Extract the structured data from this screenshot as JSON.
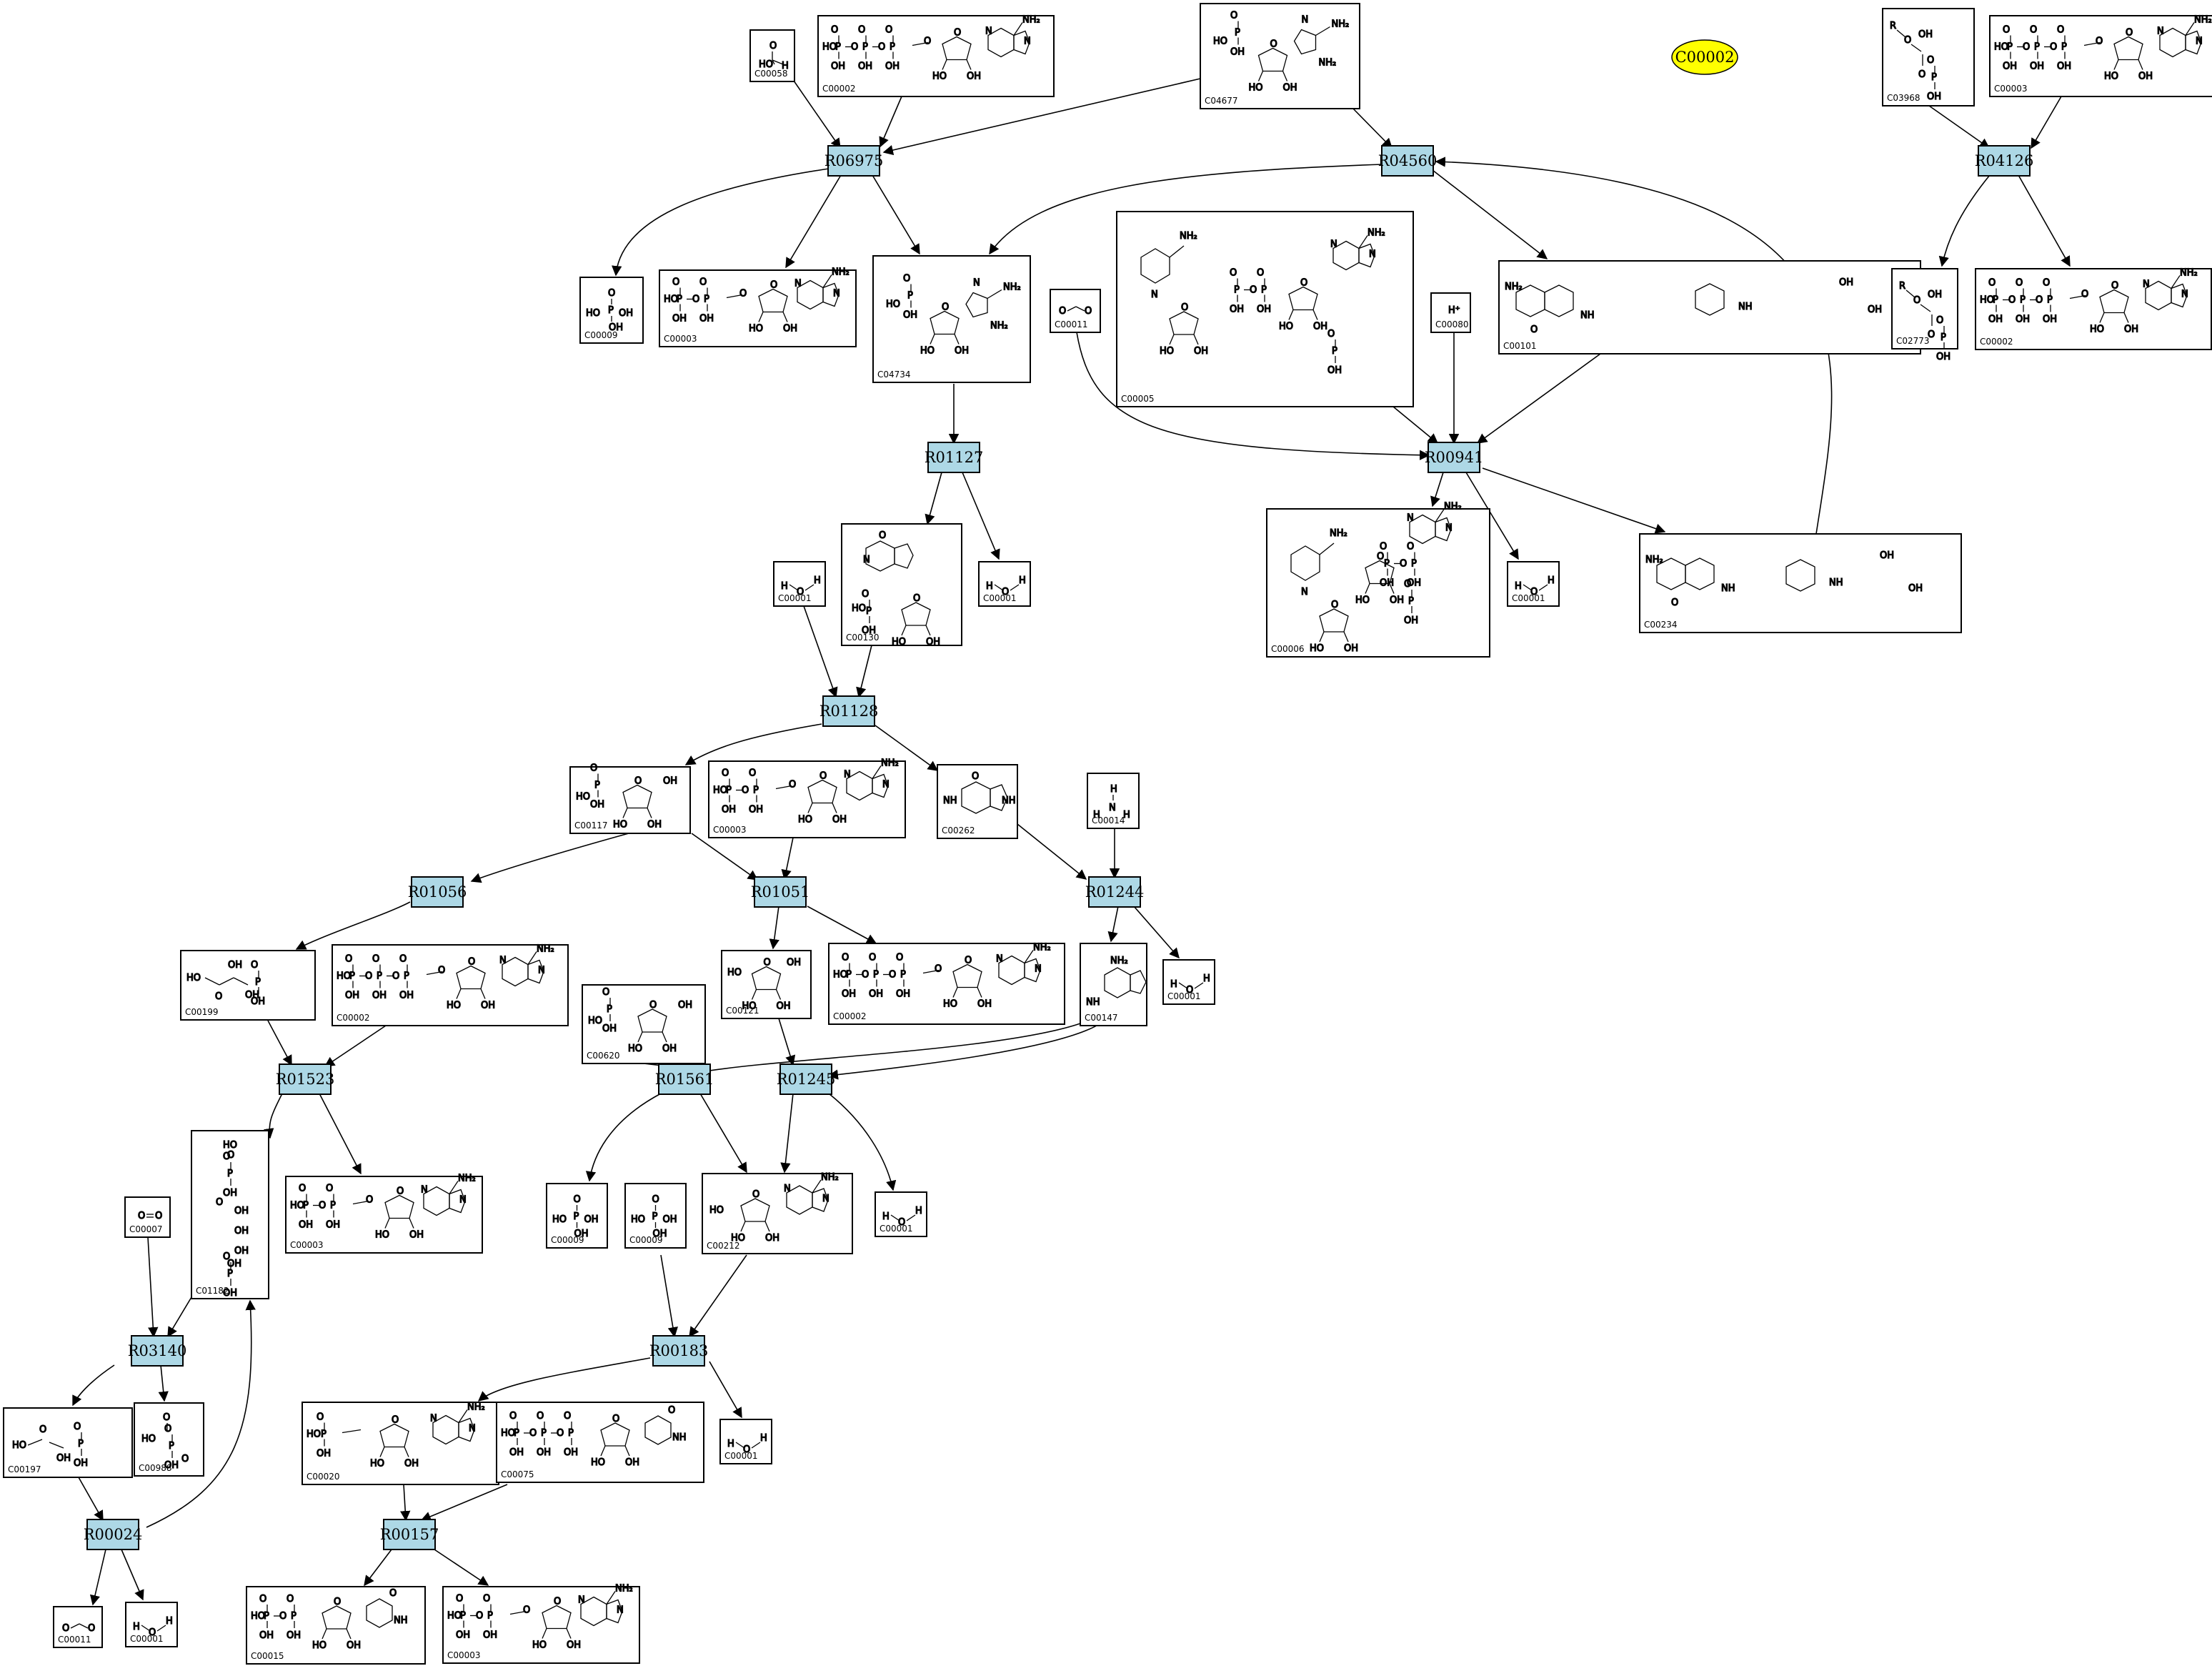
{
  "colors": {
    "reaction_fill": "#add8e6",
    "highlight_fill": "#ffff00",
    "edge": "#000000",
    "node_border": "#000000"
  },
  "highlight": {
    "label": "C00002"
  },
  "reactions": [
    "R06975",
    "R04560",
    "R04126",
    "R01127",
    "R00941",
    "R01128",
    "R01056",
    "R01051",
    "R01244",
    "R01523",
    "R01561",
    "R01245",
    "R03140",
    "R00183",
    "R00024",
    "R00157"
  ],
  "compounds": [
    "C00058",
    "C00002",
    "C04677",
    "C03968",
    "C00001",
    "C00009",
    "C00003",
    "C04734",
    "C00011",
    "C00005",
    "C00080",
    "C00101",
    "C02773",
    "C00130",
    "C00006",
    "C00234",
    "C00117",
    "C00262",
    "C00014",
    "C00199",
    "C00620",
    "C00121",
    "C00147",
    "C01182",
    "C00007",
    "C00212",
    "C00197",
    "C00988",
    "C00020",
    "C00075",
    "C00015"
  ],
  "atoms": {
    "NH2": "NH₂",
    "OH": "OH",
    "HO": "HO",
    "O": "O",
    "P": "P",
    "N": "N",
    "NH": "NH",
    "H": "H",
    "R": "R",
    "Hplus": "H⁺"
  }
}
